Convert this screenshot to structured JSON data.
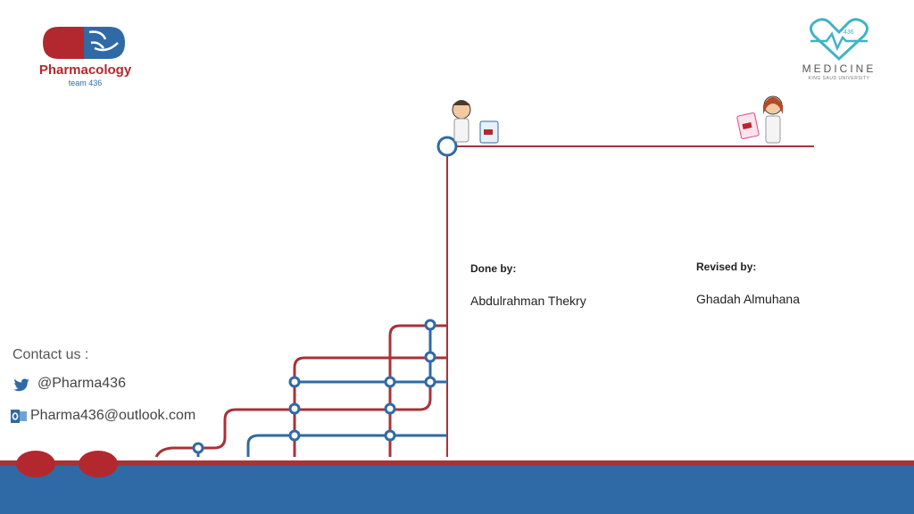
{
  "logos": {
    "pharmacology": {
      "title": "Pharmacology",
      "subtitle": "team 436"
    },
    "medicine": {
      "title": "MEDICINE",
      "subtitle": "KING SAUD UNIVERSITY",
      "number": "436"
    }
  },
  "credits": {
    "done_label": "Done by:",
    "done_name": "Abdulrahman Thekry",
    "revised_label": "Revised by:",
    "revised_name": "Ghadah Almuhana"
  },
  "contact": {
    "title": "Contact us :",
    "twitter": "@Pharma436",
    "email": "Pharma436@outlook.com"
  },
  "colors": {
    "red": "#a83238",
    "blue": "#2f6aa6",
    "teal": "#3fb4c4"
  }
}
